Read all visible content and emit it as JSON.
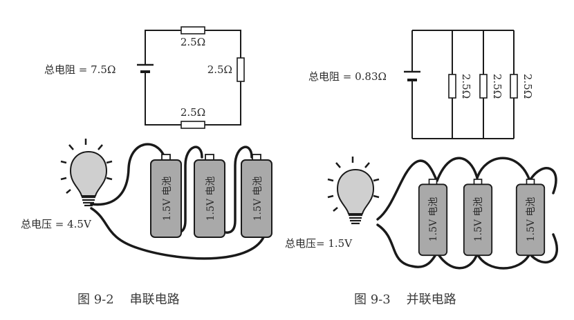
{
  "left_figure": {
    "caption": "图 9-2    串联电路",
    "resistor_top": "2.5Ω",
    "resistor_right": "2.5Ω",
    "resistor_bottom": "2.5Ω",
    "total_resistance": "总电阻 = 7.5Ω",
    "total_voltage": "总电压 = 4.5V",
    "battery_label": "1.5V 电池"
  },
  "right_figure": {
    "caption": "图 9-3    并联电路",
    "resistor_labels": [
      "2.5Ω",
      "2.5Ω",
      "2.5Ω"
    ],
    "total_resistance": "总电阻 = 0.83Ω",
    "total_voltage": "总电压= 1.5V",
    "battery_label": "1.5V 电池"
  },
  "colors": {
    "wire": "#1a1a1a",
    "battery_fill": "#a9a9a9",
    "bulb_fill": "#cfcfcf"
  }
}
